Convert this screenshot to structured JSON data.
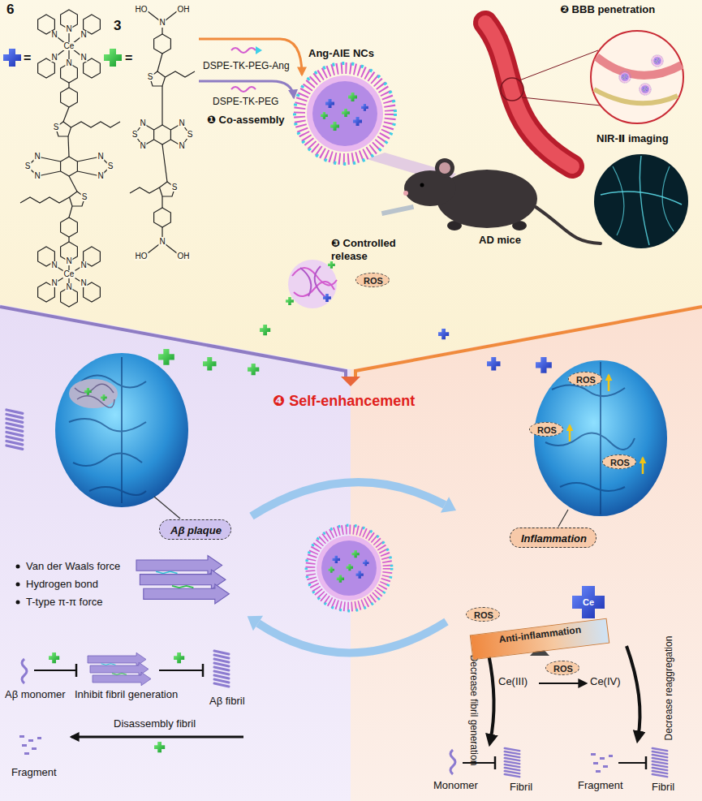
{
  "diagram": {
    "nodes": [
      {
        "text": [
          "ROS"
        ]
      },
      {
        "text": [
          "ROS"
        ]
      },
      {
        "text": [
          "ROS"
        ]
      },
      {
        "text": [
          "ROS"
        ]
      },
      {
        "text": [
          "Aβ plaque"
        ]
      },
      {
        "text": [
          "Inflammation"
        ]
      },
      {
        "text": [
          "Ce"
        ]
      },
      {
        "text": [
          "ROS"
        ]
      },
      {
        "text": [
          "Anti-inflammation"
        ]
      },
      {
        "text": [
          "ROS"
        ]
      }
    ],
    "labels": [
      "6",
      "=",
      "3",
      "=",
      "Ce",
      "N",
      "N",
      "N",
      "N",
      "N",
      "N",
      "S",
      "N",
      "S",
      "N",
      "N",
      "S",
      "N",
      "S",
      "Ce",
      "N",
      "N",
      "N",
      "N",
      "N",
      "N",
      "N",
      "HO",
      "OH",
      "S",
      "N",
      "S",
      "N",
      "N",
      "S",
      "N",
      "S",
      "N",
      "HO",
      "OH",
      "DSPE-TK-PEG-Ang",
      "DSPE-TK-PEG",
      "❶ Co-assembly",
      "Ang-AIE NCs",
      "❷ BBB penetration",
      "NIR-Ⅱ imaging",
      "AD mice",
      "❸ Controlled release",
      "❹ Self-enhancement",
      "Van der Waals force",
      "Hydrogen bond",
      "T-type π-π force",
      "Aβ monomer",
      "Inhibit fibril generation",
      "Aβ fibril",
      "Disassembly fibril",
      "Fragment",
      "Ce(III)",
      "Ce(IV)",
      "Decrease fibril generation",
      "Decrease reaggregation",
      "Monomer",
      "Fibril",
      "Fragment",
      "Fibril"
    ]
  }
}
